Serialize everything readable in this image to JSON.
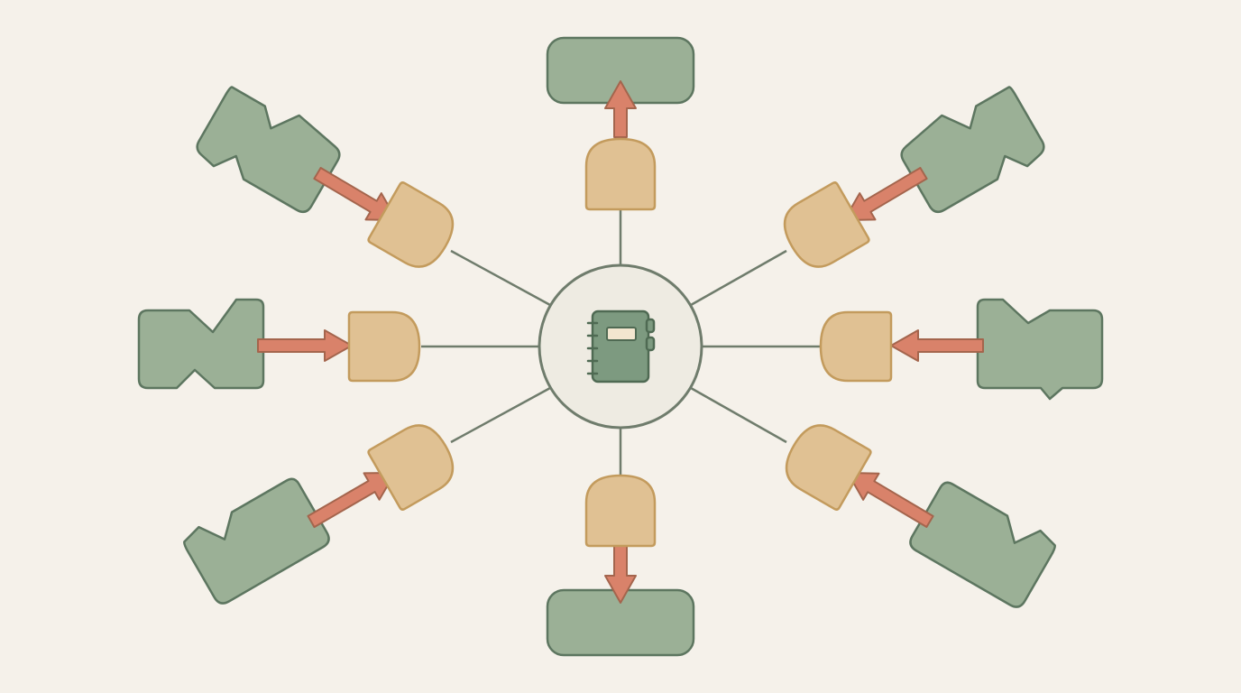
{
  "colors": {
    "background": "#f5f1ea",
    "hub_fill": "#eeebe2",
    "line": "#6f7c6c",
    "green_fill": "#9bb096",
    "green_stroke": "#5d7660",
    "tan_fill": "#e0c193",
    "tan_stroke": "#c39b5d",
    "arrow_fill": "#d9826a",
    "arrow_stroke": "#a4654d",
    "icon_fill": "#7d9a80",
    "icon_stroke": "#4f6a53",
    "icon_label": "#f2e6cf"
  },
  "hub": {
    "icon": "notebook-icon"
  },
  "branches": [
    {
      "direction": "top",
      "arrow": "outward",
      "outer_shape": "rounded-rectangle"
    },
    {
      "direction": "top-right",
      "arrow": "inward",
      "outer_shape": "notched-block"
    },
    {
      "direction": "right",
      "arrow": "inward",
      "outer_shape": "notched-block"
    },
    {
      "direction": "bottom-right",
      "arrow": "inward",
      "outer_shape": "notched-block"
    },
    {
      "direction": "bottom",
      "arrow": "outward",
      "outer_shape": "rounded-rectangle"
    },
    {
      "direction": "bottom-left",
      "arrow": "inward",
      "outer_shape": "notched-block"
    },
    {
      "direction": "left",
      "arrow": "inward",
      "outer_shape": "notched-block"
    },
    {
      "direction": "top-left",
      "arrow": "inward",
      "outer_shape": "notched-block"
    }
  ]
}
